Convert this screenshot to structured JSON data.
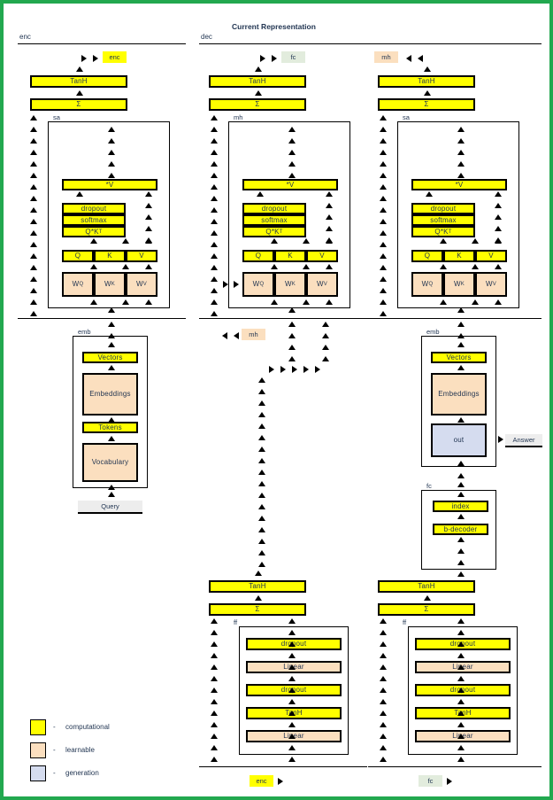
{
  "figure": {
    "title": "Current Representation",
    "sections": [
      {
        "name": "encoder-section",
        "label": "enc"
      },
      {
        "name": "decoder-section",
        "label": "dec"
      }
    ]
  },
  "legend": {
    "dash": "-",
    "items": [
      {
        "color": "#ffff00",
        "label": "computational"
      },
      {
        "color": "#fbdfbf",
        "label": "learnable"
      },
      {
        "color": "#d5dcef",
        "label": "generation"
      }
    ]
  },
  "tags": {
    "top_enc": "enc",
    "top_fc": "fc",
    "top_mh": "mh",
    "mid_mh": "mh",
    "bottom_enc": "enc",
    "bottom_fc": "fc",
    "query": "Query",
    "answer": "Answer"
  },
  "groups": {
    "sa_left": "sa",
    "mh_mid": "mh",
    "sa_right": "sa",
    "emb_left": "emb",
    "emb_right": "emb",
    "fc_right": "fc",
    "ff_mid": "ff",
    "ff_right": "ff"
  },
  "nodes": {
    "tanh": "TanH",
    "sum": "Σ",
    "mulv": "*V",
    "dropout": "dropout",
    "softmax": "softmax",
    "qkt": "Q*K",
    "qkt_sup": "T",
    "q": "Q",
    "k": "K",
    "v": "V",
    "wq": "W",
    "wq_sub": "Q",
    "wk": "W",
    "wk_sub": "K",
    "wv": "W",
    "wv_sub": "V",
    "vectors": "Vectors",
    "embeddings": "Embeddings",
    "tokens": "Tokens",
    "vocabulary": "Vocabulary",
    "out": "out",
    "index": "index",
    "bdecoder": "b-decoder",
    "linear": "Linear"
  },
  "columns": {
    "encoder": {
      "attention_stack": [
        "TanH",
        "Σ",
        "*V",
        "dropout",
        "softmax",
        "Q*Kᵀ",
        "Q",
        "K",
        "V",
        "Wǫ",
        "Wᴷ",
        "Wᵥ"
      ],
      "embedding_stack": [
        "Vectors",
        "Embeddings",
        "Tokens",
        "Vocabulary"
      ],
      "input": "Query",
      "output_tag": "enc"
    },
    "decoder_mh": {
      "attention_stack": [
        "TanH",
        "Σ",
        "*V",
        "dropout",
        "softmax",
        "Q*Kᵀ",
        "Q",
        "K",
        "V",
        "Wǫ",
        "Wᴷ",
        "Wᵥ"
      ],
      "feedforward_stack": [
        "TanH",
        "Σ",
        "dropout",
        "Linear",
        "dropout",
        "TanH",
        "Linear"
      ],
      "output_tag": "enc"
    },
    "decoder_sa": {
      "attention_stack": [
        "TanH",
        "Σ",
        "*V",
        "dropout",
        "softmax",
        "Q*Kᵀ",
        "Q",
        "K",
        "V",
        "Wǫ",
        "Wᴷ",
        "Wᵥ"
      ],
      "embedding_stack": [
        "Vectors",
        "Embeddings",
        "out"
      ],
      "fc_stack": [
        "index",
        "b-decoder"
      ],
      "feedforward_stack": [
        "TanH",
        "Σ",
        "dropout",
        "Linear",
        "dropout",
        "TanH",
        "Linear"
      ],
      "output_tag": "fc",
      "answer": "Answer"
    }
  }
}
